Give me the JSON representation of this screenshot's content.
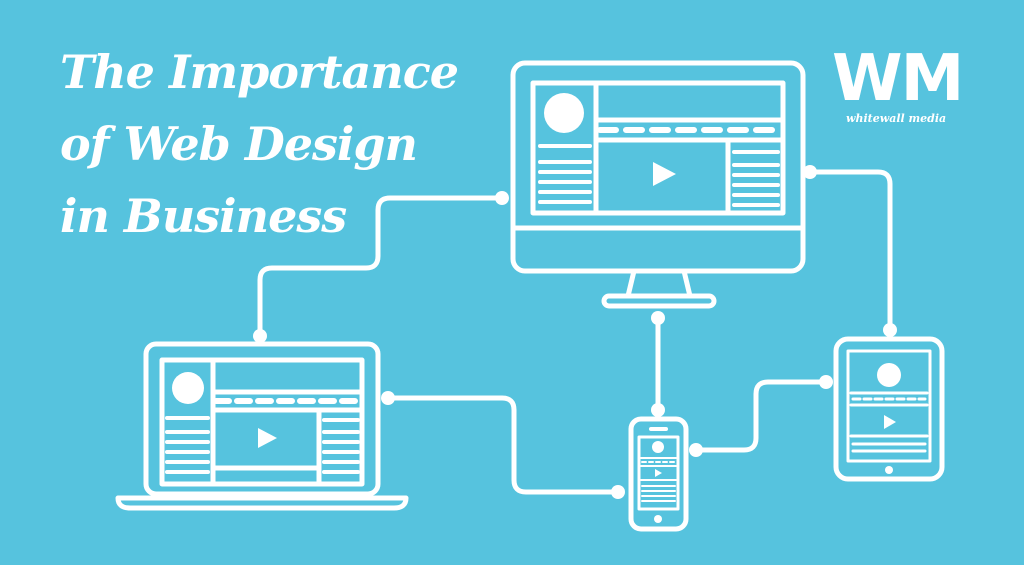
{
  "title": {
    "line1": "The Importance",
    "line2": "of Web Design",
    "line3": "in Business"
  },
  "logo": {
    "mark": "WM",
    "subtitle": "whitewall media"
  },
  "colors": {
    "background": "#56C3DE",
    "foreground": "#FFFFFF"
  },
  "devices": [
    "desktop-monitor",
    "laptop",
    "smartphone",
    "tablet"
  ]
}
